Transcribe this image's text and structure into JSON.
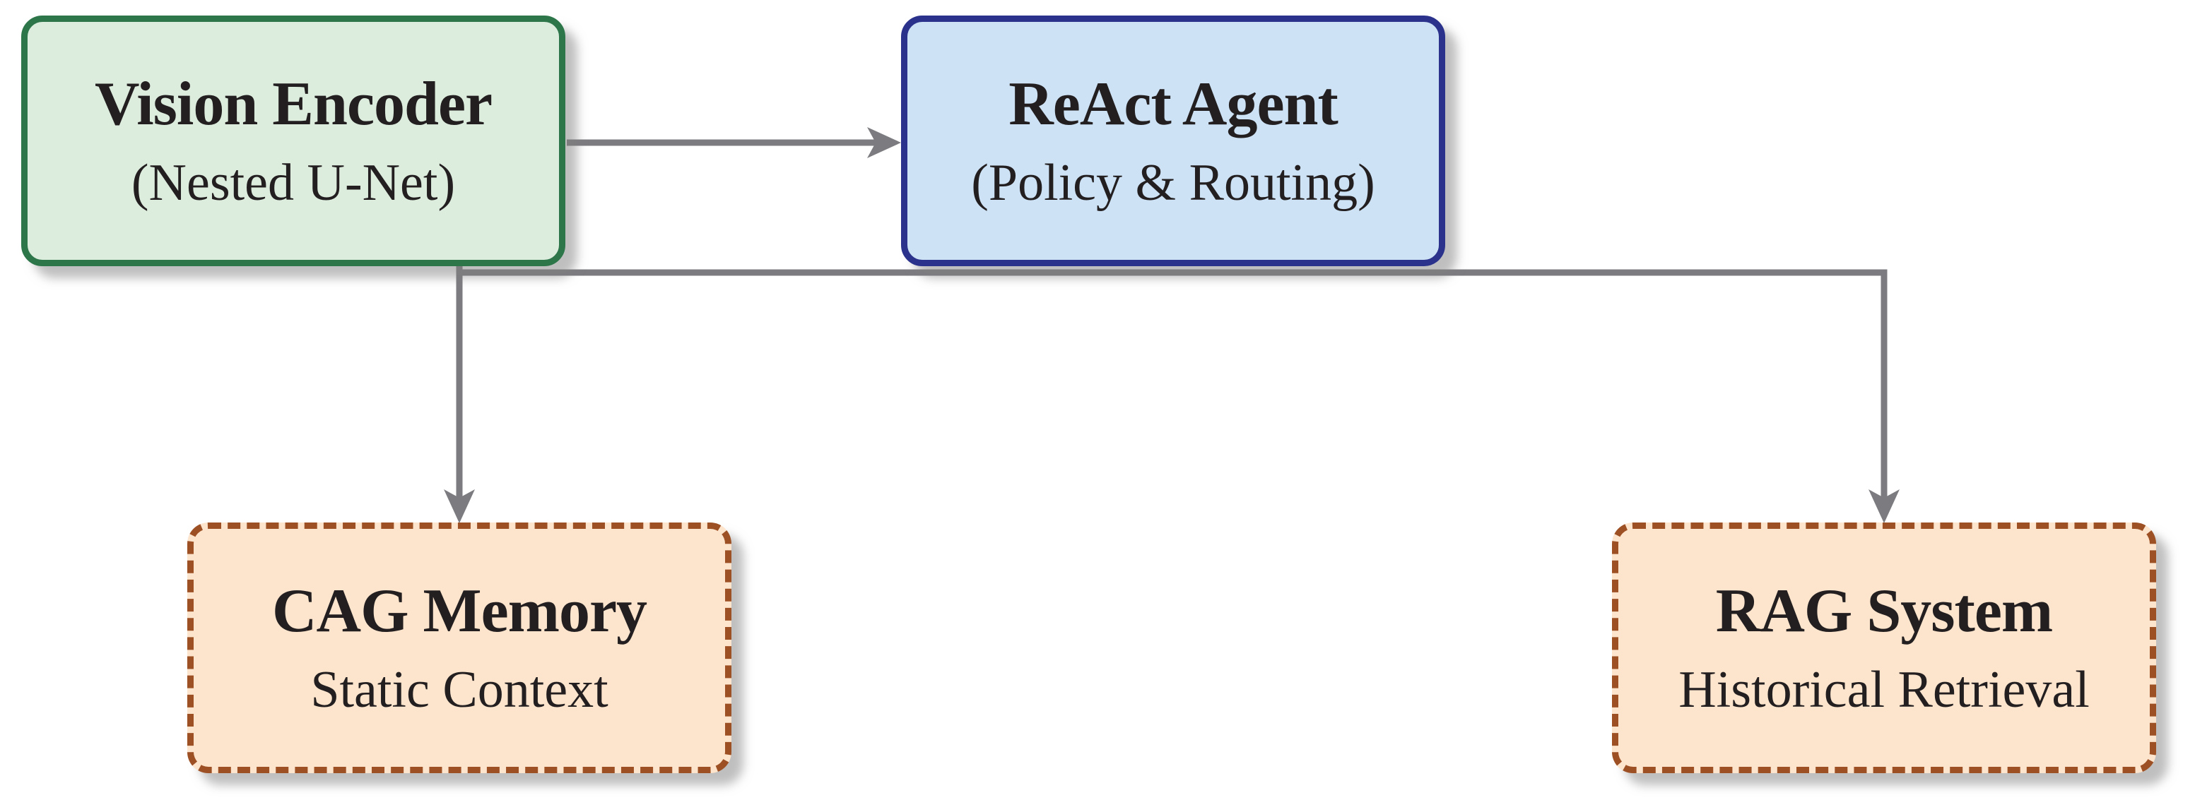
{
  "diagram": {
    "background_color": "#ffffff",
    "connector_color": "#7c7c80",
    "text_color": "#231f20",
    "nodes": {
      "vision_encoder": {
        "title": "Vision Encoder",
        "subtitle": "(Nested U-Net)",
        "fill": "#dcecdd",
        "border_color": "#2d764a",
        "border_style": "solid"
      },
      "react_agent": {
        "title": "ReAct Agent",
        "subtitle": "(Policy & Routing)",
        "fill": "#cde2f4",
        "border_color": "#2a328c",
        "border_style": "solid"
      },
      "cag_memory": {
        "title": "CAG Memory",
        "subtitle": "Static Context",
        "fill": "#fde4cc",
        "border_color": "#9d5024",
        "border_style": "dashed"
      },
      "rag_system": {
        "title": "RAG System",
        "subtitle": "Historical Retrieval",
        "fill": "#fde4cc",
        "border_color": "#9d5024",
        "border_style": "dashed"
      }
    },
    "edges": [
      {
        "from": "vision_encoder",
        "to": "react_agent"
      },
      {
        "from": "vision_encoder",
        "to": "cag_memory"
      },
      {
        "from": "vision_encoder",
        "to": "rag_system"
      }
    ]
  }
}
